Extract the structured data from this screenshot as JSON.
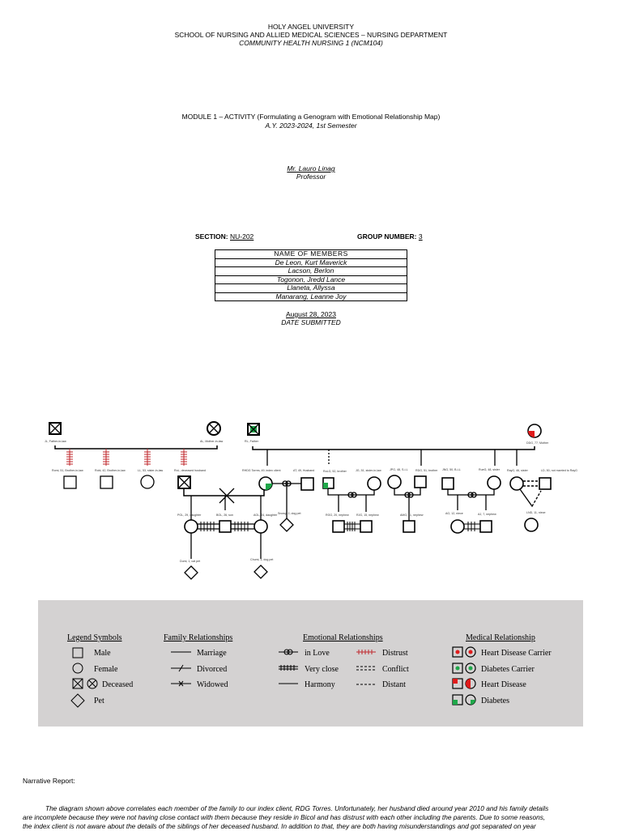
{
  "header": {
    "university": "HOLY ANGEL UNIVERSITY",
    "school": "SCHOOL OF NURSING AND ALLIED MEDICAL SCIENCES – NURSING DEPARTMENT",
    "course": "COMMUNITY HEALTH NURSING 1 (NCM104)",
    "module": "MODULE 1 – ACTIVITY (Formulating a Genogram with Emotional Relationship Map)",
    "year": "A.Y. 2023-2024, 1st Semester",
    "professor_name": "Mr. Lauro Linag",
    "professor_title": "Professor",
    "section_label": "SECTION:",
    "section_value": "NU-202",
    "group_label": "GROUP NUMBER:",
    "group_value": "3",
    "members_header": "NAME OF MEMBERS",
    "members": [
      "De Leon, Kurt Maverick",
      "Lacson, Berlon",
      "Togonon, Jredd Lance",
      "Llaneta, Allyssa",
      "Manarang, Leanne Joy"
    ],
    "date": "August 28, 2023",
    "date_label": "DATE SUBMITTED"
  },
  "genogram": {
    "labels": {
      "jl": "JL, Father-in-law",
      "al": "AL, Mother-in-law",
      "rl": "RL, Father",
      "ddg": "DDG, 77, Mother",
      "romi": "Romi, 51, Brother-in-law",
      "robi": "Robi, 42, Brother-in-law",
      "ll": "LL, 53, sister-in-law",
      "rol": "RoL, deceased husband",
      "rhdg": "RHDG Torres, 49, index client",
      "at": "AT, 49, Husband",
      "rolg": "RoLG, 52, brother",
      "jg": "JG, 51, sister-in-law",
      "jpg": "JPG, 48, S-i-L",
      "rdg": "RDG, 51, brother",
      "jng": "JNG, 50, B-i-L",
      "rueg": "RueG, 48, sister",
      "rayg": "RayG, 46, sister",
      "ld": "LD, 50, not married to RayG",
      "pgl": "PGL, 29, daughter",
      "bgl": "BGL, 26, son",
      "agl": "AGL, 24, daughter",
      "snowy": "Snowy, 2, dog pet",
      "rgg": "RGG, 20, nephew",
      "rjg": "RJG, 15, nephew",
      "amg": "AMG, 11, nephew",
      "ag": "AG, 12, niece",
      "aj": "AJ, 7, nephew",
      "lnd": "LND, 11, niece",
      "dumi": "Dumi, 1, cat pet",
      "chumi": "Chumi, 3, dog pet"
    },
    "colors": {
      "diabetes": "#1fa84a",
      "heart": "#e01b1b",
      "distrust": "#c0282d"
    }
  },
  "legend": {
    "symbols_title": "Legend Symbols",
    "male": "Male",
    "female": "Female",
    "deceased": "Deceased",
    "pet": "Pet",
    "family_title": "Family Relationships",
    "marriage": "Marriage",
    "divorced": "Divorced",
    "widowed": "Widowed",
    "emotional_title": "Emotional Relationships",
    "in_love": "in Love",
    "very_close": "Very close",
    "harmony": "Harmony",
    "distrust": "Distrust",
    "conflict": "Conflict",
    "distant": "Distant",
    "medical_title": "Medical Relationship",
    "heart_carrier": "Heart Disease Carrier",
    "diabetes_carrier": "Diabetes Carrier",
    "heart_disease": "Heart Disease",
    "diabetes": "Diabetes"
  },
  "narrative": {
    "title": "Narrative Report:",
    "line1": "The diagram shown above correlates each member of the family to our index client, RDG Torres. Unfortunately, her husband died around year 2010 and his family details",
    "line2": "are incomplete because they were not having close contact with them because they reside in Bicol and has distrust with each other including the parents. Due to some reasons,",
    "line3": "the index client is not aware about the details of the siblings of her deceased husband. In addition to that, they are both having misunderstandings and got separated on year"
  }
}
